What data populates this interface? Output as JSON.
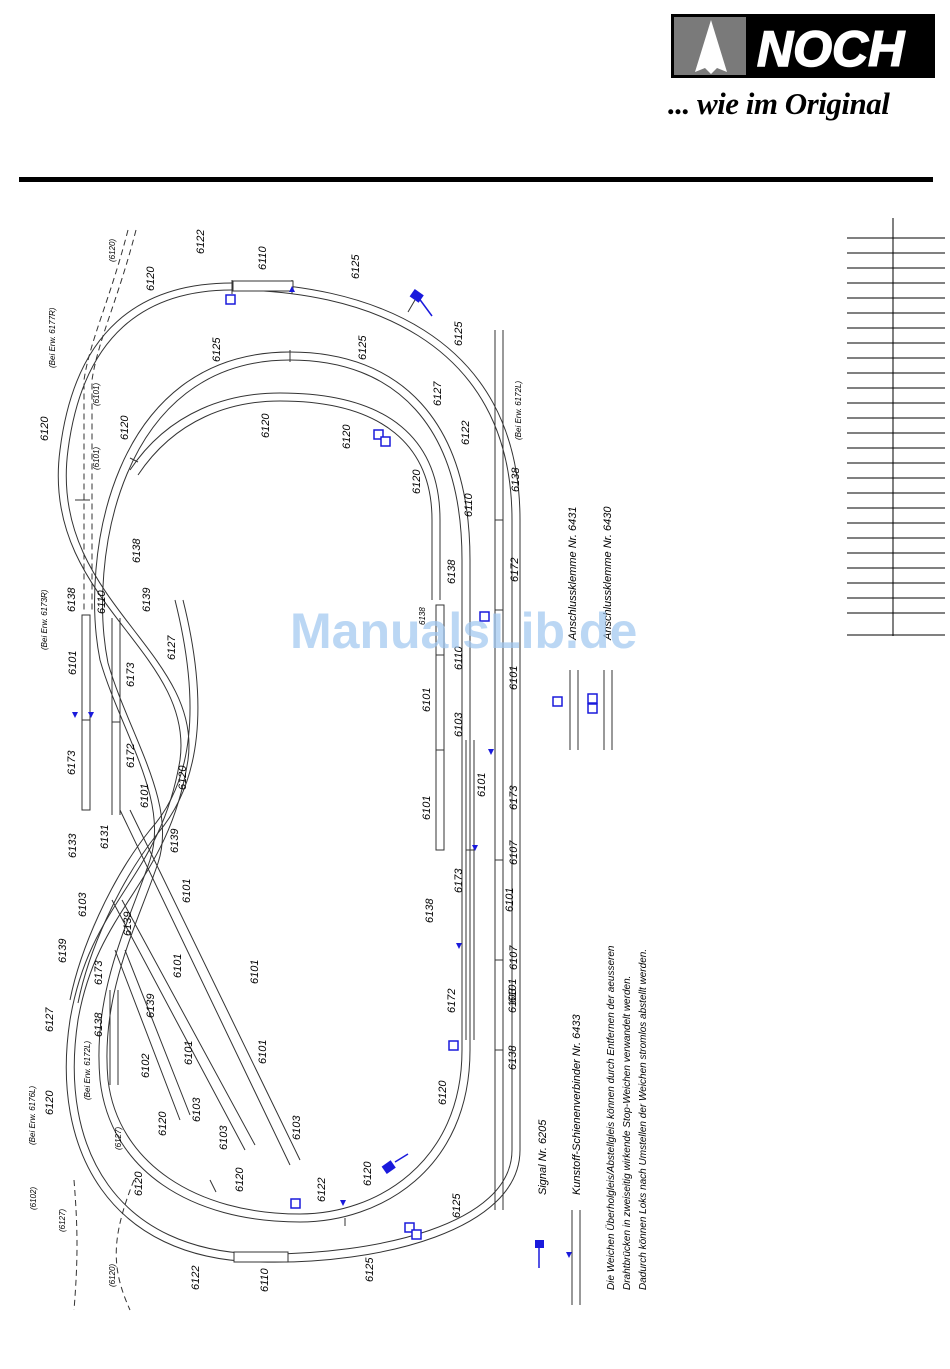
{
  "brand": {
    "logo_text": "NOCH",
    "tagline": "... wie im Original"
  },
  "watermark": "ManualsLib.de",
  "colors": {
    "signal_blue": "#1a1adc",
    "watermark": "#9ec6ef",
    "rule": "#000000"
  },
  "icons": [
    "noch-tree-logo",
    "signal-flag-icon",
    "stop-triangle-icon",
    "terminal-clip-icon",
    "double-terminal-clip-icon"
  ],
  "track_labels": {
    "t01": "(6120)",
    "t02": "6122",
    "t03": "6110",
    "t04": "6125",
    "t05": "6120",
    "t06": "(Bei Erw. 6177R)",
    "t07": "6125",
    "t08": "6125",
    "t09": "(6101)",
    "t10": "6125",
    "t11": "6120",
    "t12": "6120",
    "t13": "(6101)",
    "t14": "6127",
    "t15": "6122",
    "t16": "6120",
    "t17": "6120",
    "t18": "(Bei Erw. 6172L)",
    "t19": "6120",
    "t20": "6138",
    "t21": "6110",
    "t22": "6138",
    "t23": "6172",
    "t24": "6138",
    "t25": "6138",
    "t26": "6110",
    "t27": "(Bei Erw. 6173R)",
    "t28": "6139",
    "t29": "6101",
    "t30": "6173",
    "t31": "6127",
    "t32": "6138",
    "t33": "6101",
    "t34": "6101",
    "t35": "6110",
    "t36": "6173",
    "t37": "6172",
    "t38": "6103",
    "t39": "6101",
    "t40": "6120",
    "t41": "6101",
    "t42": "6139",
    "t43": "6133",
    "t44": "6131",
    "t45": "6101",
    "t46": "6173",
    "t47": "6101",
    "t48": "6107",
    "t49": "6103",
    "t50": "6139",
    "t51": "6173",
    "t52": "6101",
    "t53": "6138",
    "t54": "6101",
    "t55": "6139",
    "t56": "6101",
    "t57": "6107",
    "t58": "6173",
    "t59": "6101",
    "t60": "6127",
    "t61": "6139",
    "t62": "6103",
    "t63": "6138",
    "t64": "6172",
    "t65": "(Bei Erw. 6172L)",
    "t66": "6102",
    "t67": "6101",
    "t68": "6138",
    "t69": "(Bei Erw. 6176L)",
    "t70": "6120",
    "t71": "6103",
    "t72": "6101",
    "t73": "6120",
    "t74": "6103",
    "t75": "(6127)",
    "t76": "6103",
    "t77": "6120",
    "t78": "6120",
    "t79": "6120",
    "t80": "6120",
    "t81": "6122",
    "t82": "(6102)",
    "t83": "(6127)",
    "t84": "6125",
    "t85": "6125",
    "t86": "(6120)",
    "t87": "6122",
    "t88": "6110",
    "t89": "6125"
  },
  "legend": {
    "clip_single": "Anschlussklemme Nr. 6431",
    "clip_double": "Anschlussklemme Nr. 6430",
    "signal": "Signal Nr. 6205",
    "connector": "Kunstoff-Schienenverbinder  Nr.  6433"
  },
  "notes": {
    "line1": "Die Weichen Überholgleis/Abstellgleis können  durch Entfernen der aeusseren",
    "line2": "Drahtbrücken in zweiseitig wirkende Stop-Weichen verwandelt werden.",
    "line3": "Dadurch können Loks nach Umstellen der Weichen stromlos abstellt werden."
  }
}
